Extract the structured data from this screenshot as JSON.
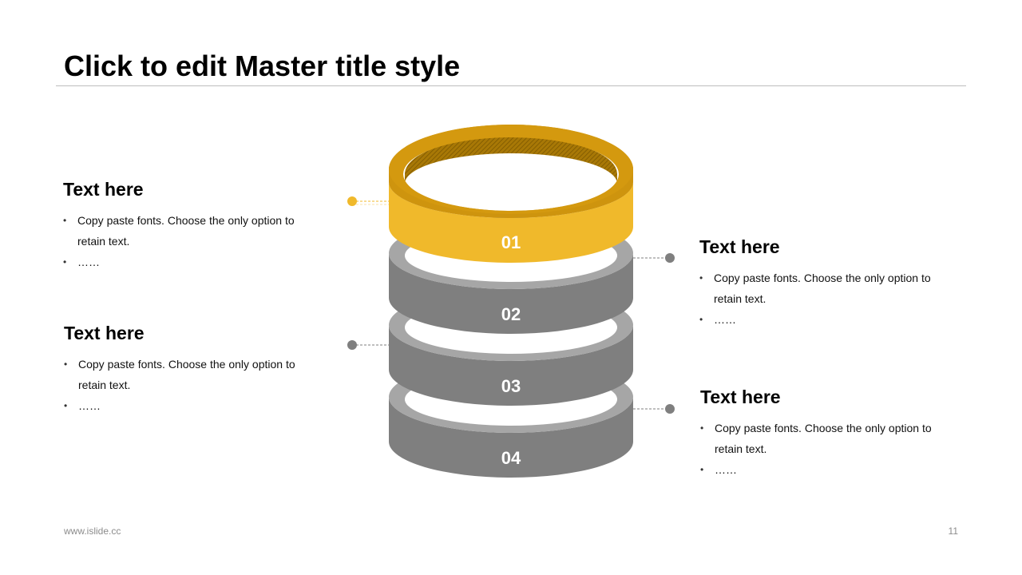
{
  "slide": {
    "title": "Click to edit Master title style",
    "footer_url": "www.islide.cc",
    "page_number": "11"
  },
  "colors": {
    "accent": "#F0B92B",
    "accent_dark": "#CE940E",
    "ring_gray": "#7F7F7F",
    "ring_gray_light": "#A6A6A6"
  },
  "rings": [
    {
      "number": "01",
      "highlight": true
    },
    {
      "number": "02",
      "highlight": false
    },
    {
      "number": "03",
      "highlight": false
    },
    {
      "number": "04",
      "highlight": false
    }
  ],
  "blocks": [
    {
      "heading": "Text here",
      "bullets": [
        "Copy paste fonts. Choose the only option to retain text.",
        "……"
      ]
    },
    {
      "heading": "Text here",
      "bullets": [
        "Copy paste fonts. Choose the only option to retain text.",
        "……"
      ]
    },
    {
      "heading": "Text here",
      "bullets": [
        "Copy paste fonts. Choose the only option to retain text.",
        "……"
      ]
    },
    {
      "heading": "Text here",
      "bullets": [
        "Copy paste fonts. Choose the only option to retain text.",
        "……"
      ]
    }
  ]
}
